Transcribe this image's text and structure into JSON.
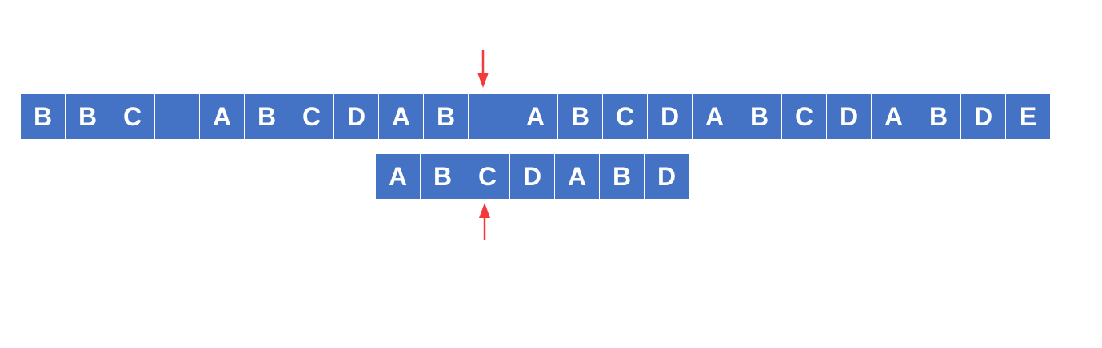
{
  "text_string": [
    "B",
    "B",
    "C",
    "",
    "A",
    "B",
    "C",
    "D",
    "A",
    "B",
    "",
    "A",
    "B",
    "C",
    "D",
    "A",
    "B",
    "C",
    "D",
    "A",
    "B",
    "D",
    "E"
  ],
  "pattern_string": [
    "A",
    "B",
    "C",
    "D",
    "A",
    "B",
    "D"
  ],
  "colors": {
    "cell_fill": "#4472c4",
    "cell_text": "#ffffff",
    "pointer": "#f23a3a"
  },
  "pointers": {
    "text_pointer_icon": "down-arrow-icon",
    "pattern_pointer_icon": "up-arrow-icon"
  }
}
